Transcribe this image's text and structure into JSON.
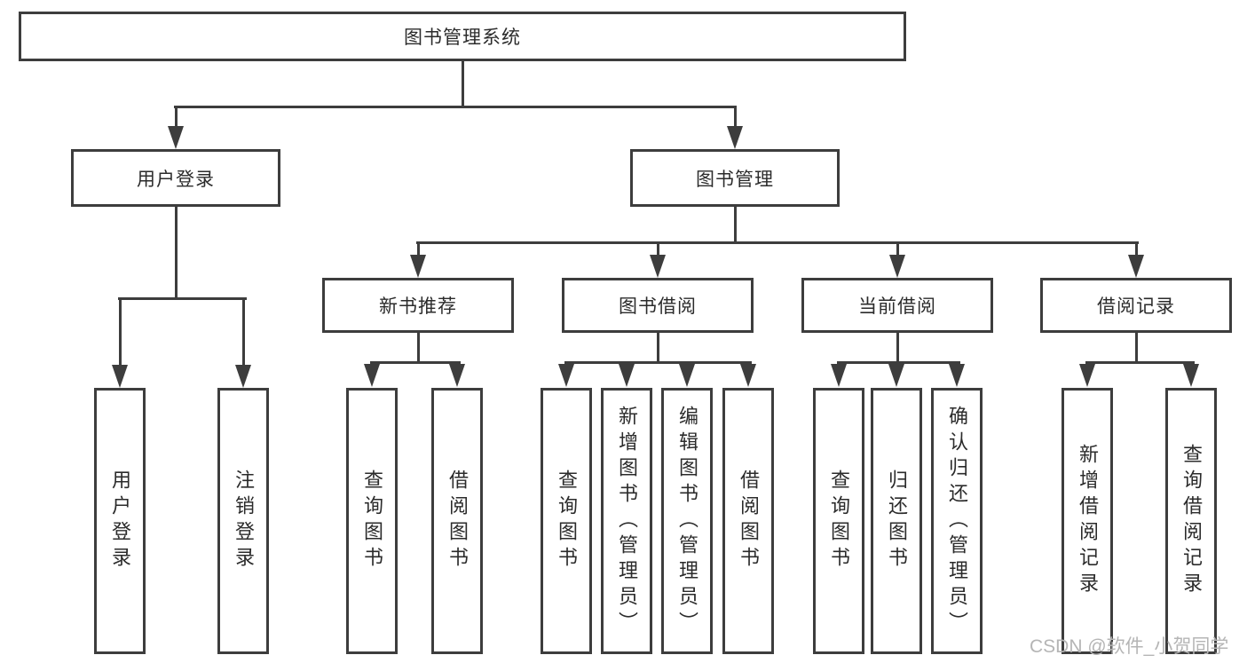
{
  "tree": {
    "root": {
      "label": "图书管理系统"
    },
    "level2": [
      {
        "id": "user-login",
        "label": "用户登录"
      },
      {
        "id": "book-management",
        "label": "图书管理"
      }
    ],
    "level3": [
      {
        "id": "new-book-recommend",
        "label": "新书推荐"
      },
      {
        "id": "book-borrow",
        "label": "图书借阅"
      },
      {
        "id": "current-borrow",
        "label": "当前借阅"
      },
      {
        "id": "borrow-record",
        "label": "借阅记录"
      }
    ],
    "leaves": {
      "user_login": [
        {
          "label": "用户登录"
        },
        {
          "label": "注销登录"
        }
      ],
      "new_book_recommend": [
        {
          "label": "查询图书"
        },
        {
          "label": "借阅图书"
        }
      ],
      "book_borrow": [
        {
          "label": "查询图书"
        },
        {
          "label": "新增图书（管理员）"
        },
        {
          "label": "编辑图书（管理员）"
        },
        {
          "label": "借阅图书"
        }
      ],
      "current_borrow": [
        {
          "label": "查询图书"
        },
        {
          "label": "归还图书"
        },
        {
          "label": "确认归还（管理员）"
        }
      ],
      "borrow_record": [
        {
          "label": "新增借阅记录"
        },
        {
          "label": "查询借阅记录"
        }
      ]
    }
  },
  "watermark": {
    "text": "CSDN @软件_小贺同学"
  },
  "colors": {
    "line": "#3d3d3d",
    "text": "#2b2b2b",
    "watermark": "#b5b5b5",
    "background": "#ffffff"
  }
}
